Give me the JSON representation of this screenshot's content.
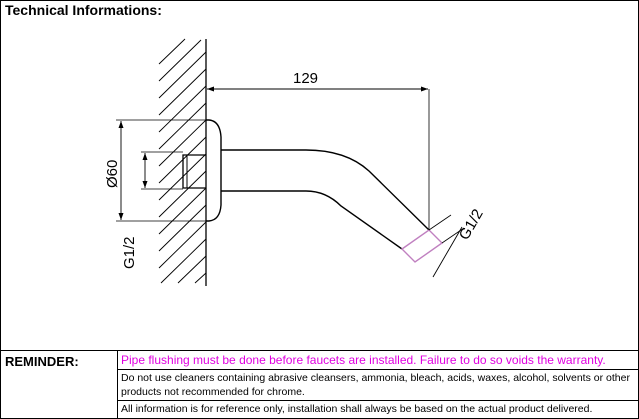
{
  "header": {
    "title": "Technical Informations:"
  },
  "diagram": {
    "dim_length": "129",
    "dim_flange_diameter": "Ø60",
    "dim_wall_thread": "G1/2",
    "dim_outlet_thread": "G1/2"
  },
  "reminder": {
    "label": "REMINDER:",
    "warning": "Pipe flushing must be done before faucets are installed. Failure to do so voids the warranty.",
    "cleaning": "Do not use cleaners containing abrasive cleansers, ammonia, bleach, acids, waxes, alcohol, solvents or other products not recommended for chrome.",
    "disclaimer": "All information is for reference only, installation shall always be based on the actual product delivered."
  },
  "colors": {
    "warning_text": "#e000e0",
    "frame": "#000000",
    "outlet_mark": "#c080c0"
  }
}
